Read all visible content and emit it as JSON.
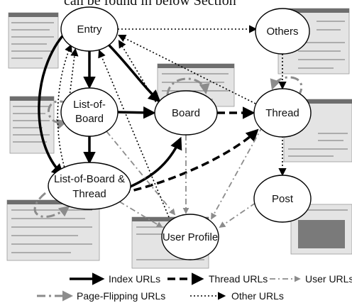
{
  "caption": "can be found in below Section",
  "nodes": {
    "entry": "Entry",
    "others": "Others",
    "list_of_board": [
      "List-of-",
      "Board"
    ],
    "board": "Board",
    "thread": "Thread",
    "list_board_thread": [
      "List-of-Board &",
      "Thread"
    ],
    "post": "Post",
    "user_profile": "User Profile"
  },
  "legend": {
    "index": "Index URLs",
    "thread": "Thread URLs",
    "user": "User URLs",
    "page_flipping": "Page-Flipping URLs",
    "other": "Other URLs"
  },
  "colors": {
    "solid": "#000000",
    "dash_dot": "#8c8c8c",
    "node_fill": "#ffffff"
  }
}
